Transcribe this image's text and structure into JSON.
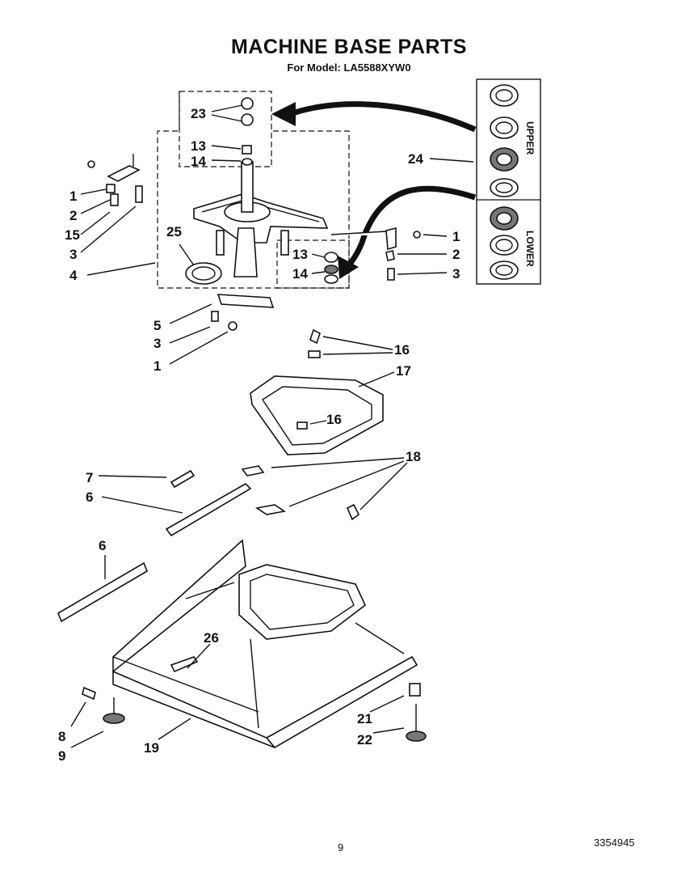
{
  "header": {
    "title": "MACHINE BASE PARTS",
    "subtitle": "For Model: LA5588XYW0"
  },
  "callouts": {
    "c23": "23",
    "c13a": "13",
    "c14a": "14",
    "c24": "24",
    "c1a": "1",
    "c2a": "2",
    "c15": "15",
    "c3a": "3",
    "c4": "4",
    "c25": "25",
    "c1b": "1",
    "c2b": "2",
    "c3b": "3",
    "c13b": "13",
    "c14b": "14",
    "c5": "5",
    "c3c": "3",
    "c1c": "1",
    "c16a": "16",
    "c17": "17",
    "c16b": "16",
    "c7": "7",
    "c6a": "6",
    "c18": "18",
    "c6b": "6",
    "c26": "26",
    "c8": "8",
    "c9": "9",
    "c19": "19",
    "c21": "21",
    "c22": "22"
  },
  "bearing_kit": {
    "upper_label": "UPPER",
    "lower_label": "LOWER"
  },
  "footer": {
    "page_number": "9",
    "document_number": "3354945"
  }
}
